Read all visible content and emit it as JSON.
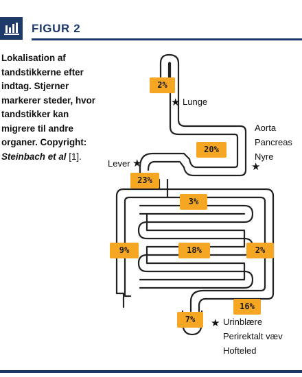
{
  "header": {
    "title": "FIGUR 2",
    "icon": "bar-chart-icon",
    "accent_color": "#1d3a6b"
  },
  "caption": {
    "text": "Lokalisation af tandstikkerne efter indtag. Stjerner markerer steder, hvor tandstikker kan migrere til andre organer. Copyright: ",
    "authors": "Steinbach et al",
    "ref": " [1]."
  },
  "diagram": {
    "badge_color": "#f5a623",
    "percentages": {
      "esophagus": "2%",
      "stomach": "20%",
      "duodenum": "23%",
      "upper_colon": "3%",
      "left_colon": "9%",
      "small_intestine": "18%",
      "right_colon": "2%",
      "lower_colon": "16%",
      "rectum": "7%"
    },
    "labels": {
      "lunge": "Lunge",
      "stomach_organs": [
        "Aorta",
        "Pancreas",
        "Nyre"
      ],
      "lever": "Lever",
      "rectum_organs": [
        "Urinblære",
        "Perirektalt væv",
        "Hofteled"
      ]
    },
    "star_symbol": "★"
  }
}
